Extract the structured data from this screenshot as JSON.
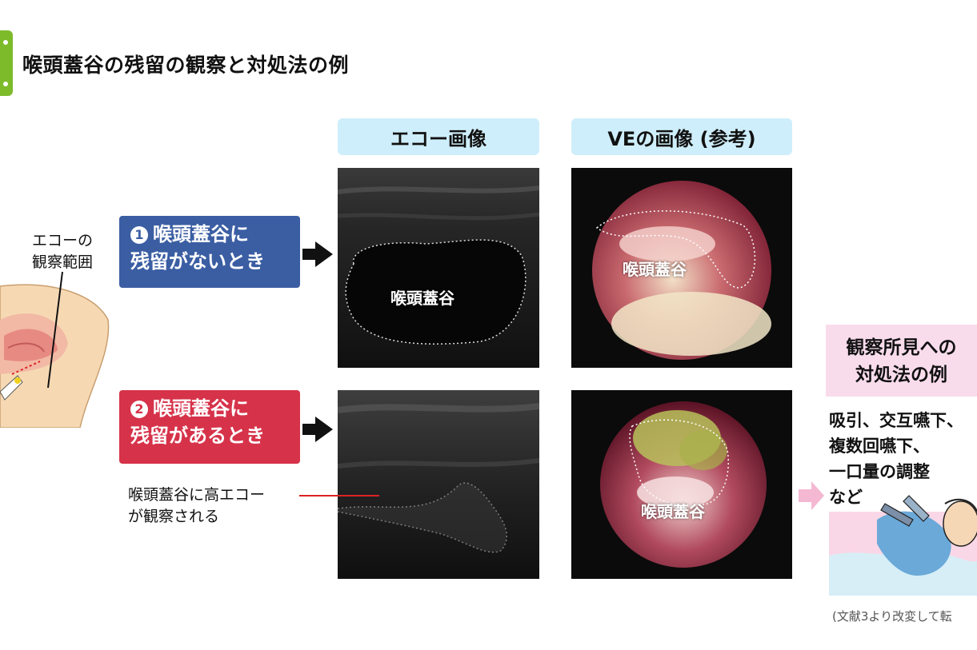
{
  "title": "喉頭蓋谷の残留の観察と対処法の例",
  "headers": {
    "echo": "エコー画像",
    "ve": "VEの画像 (参考)"
  },
  "observation_range": {
    "line1": "エコーの",
    "line2": "観察範囲"
  },
  "case1": {
    "num": "1",
    "line1": "喉頭蓋谷に",
    "line2": "残留がないとき"
  },
  "case2": {
    "num": "2",
    "line1": "喉頭蓋谷に",
    "line2": "残留があるとき"
  },
  "image_labels": {
    "echo1": "喉頭蓋谷",
    "ve1": "喉頭蓋谷",
    "ve2": "喉頭蓋谷"
  },
  "echo_note": {
    "line1": "喉頭蓋谷に高エコー",
    "line2": "が観察される"
  },
  "findings": {
    "line1": "観察所見への",
    "line2": "対処法の例"
  },
  "methods": {
    "line1": "吸引、交互嚥下、",
    "line2": "複数回嚥下、",
    "line3": "一口量の調整",
    "line4": "など"
  },
  "citation": "(文献3より改変して転",
  "colors": {
    "case1": "#3b5ea3",
    "case2": "#d6334a",
    "header_bg": "#cfeefb",
    "accent": "#7dbb2b",
    "findings_bg": "#f9dcec"
  }
}
